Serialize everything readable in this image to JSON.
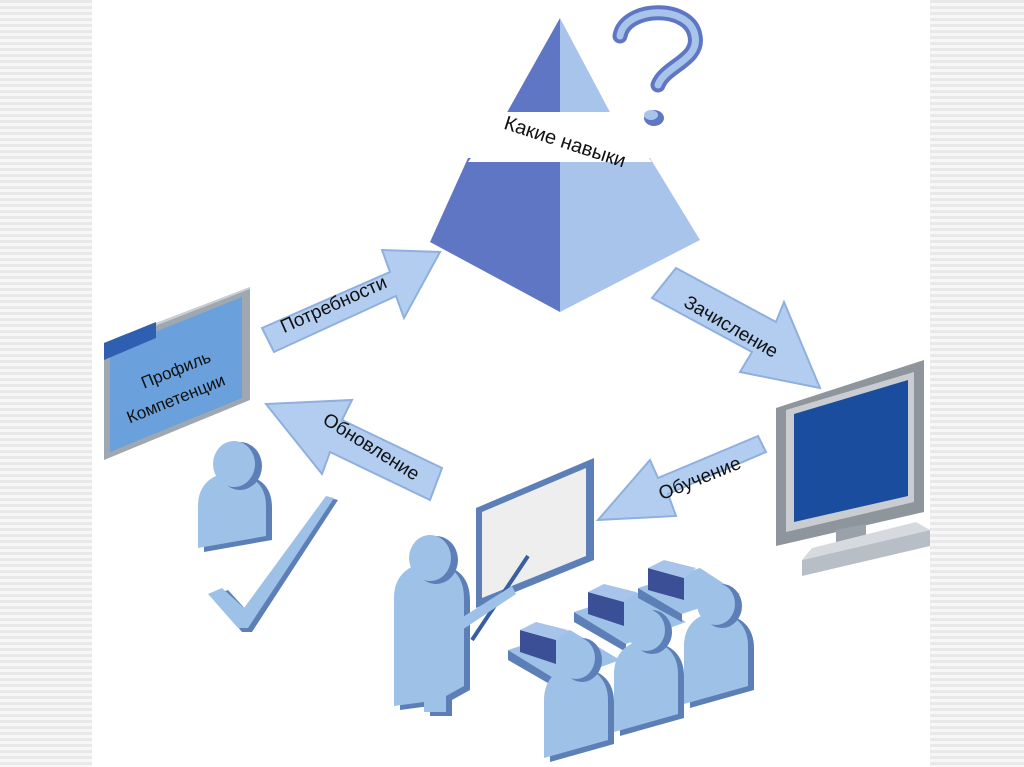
{
  "labels": {
    "pyramid": "Какие навыки",
    "folder_line1": "Профиль",
    "folder_line2": "Компетенции",
    "arrow_needs": "Потребности",
    "arrow_enroll": "Зачисление",
    "arrow_training": "Обучение",
    "arrow_update": "Обновление"
  },
  "icons": [
    "pyramid-icon",
    "question-mark-icon",
    "folder-icon",
    "monitor-icon",
    "whiteboard-icon",
    "person-icon",
    "checkmark-icon",
    "computer-desk-icon"
  ],
  "colors": {
    "pyramid_dark": "#5f76c4",
    "pyramid_light": "#a9c4ea",
    "arrow_fill": "#b2cdef",
    "arrow_stroke": "#8fb0de",
    "person_fill": "#9ec1e8",
    "person_shadow": "#5d7fb8",
    "screen_blue": "#1a4d9e"
  }
}
